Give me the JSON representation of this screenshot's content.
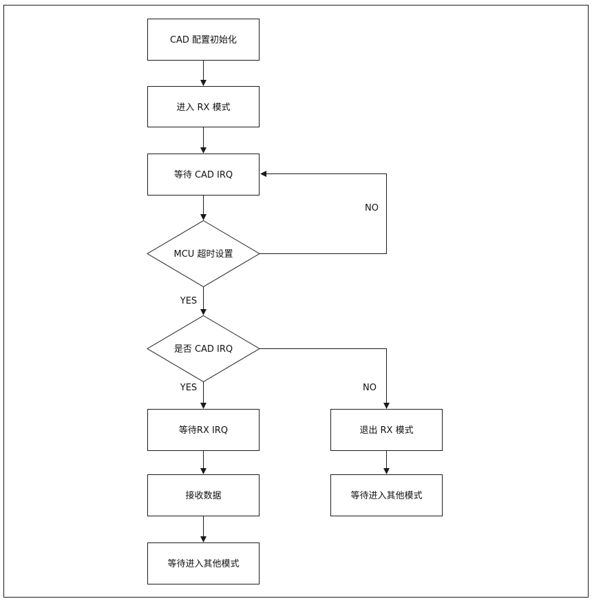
{
  "diagram": {
    "title": "",
    "nodes": {
      "cad_init": "CAD 配置初始化",
      "enter_rx": "进入 RX 模式",
      "wait_cad_irq": "等待 CAD IRQ",
      "mcu_timeout": "MCU 超时设置",
      "is_cad_irq": "是否 CAD IRQ",
      "wait_rx_irq": "等待RX IRQ",
      "receive_data": "接收数据",
      "wait_other_mode_left": "等待进入其他模式",
      "exit_rx": "退出 RX 模式",
      "wait_other_mode_right": "等待进入其他模式"
    },
    "edge_labels": {
      "timeout_no": "NO",
      "timeout_yes": "YES",
      "cad_yes": "YES",
      "cad_no": "NO"
    }
  }
}
